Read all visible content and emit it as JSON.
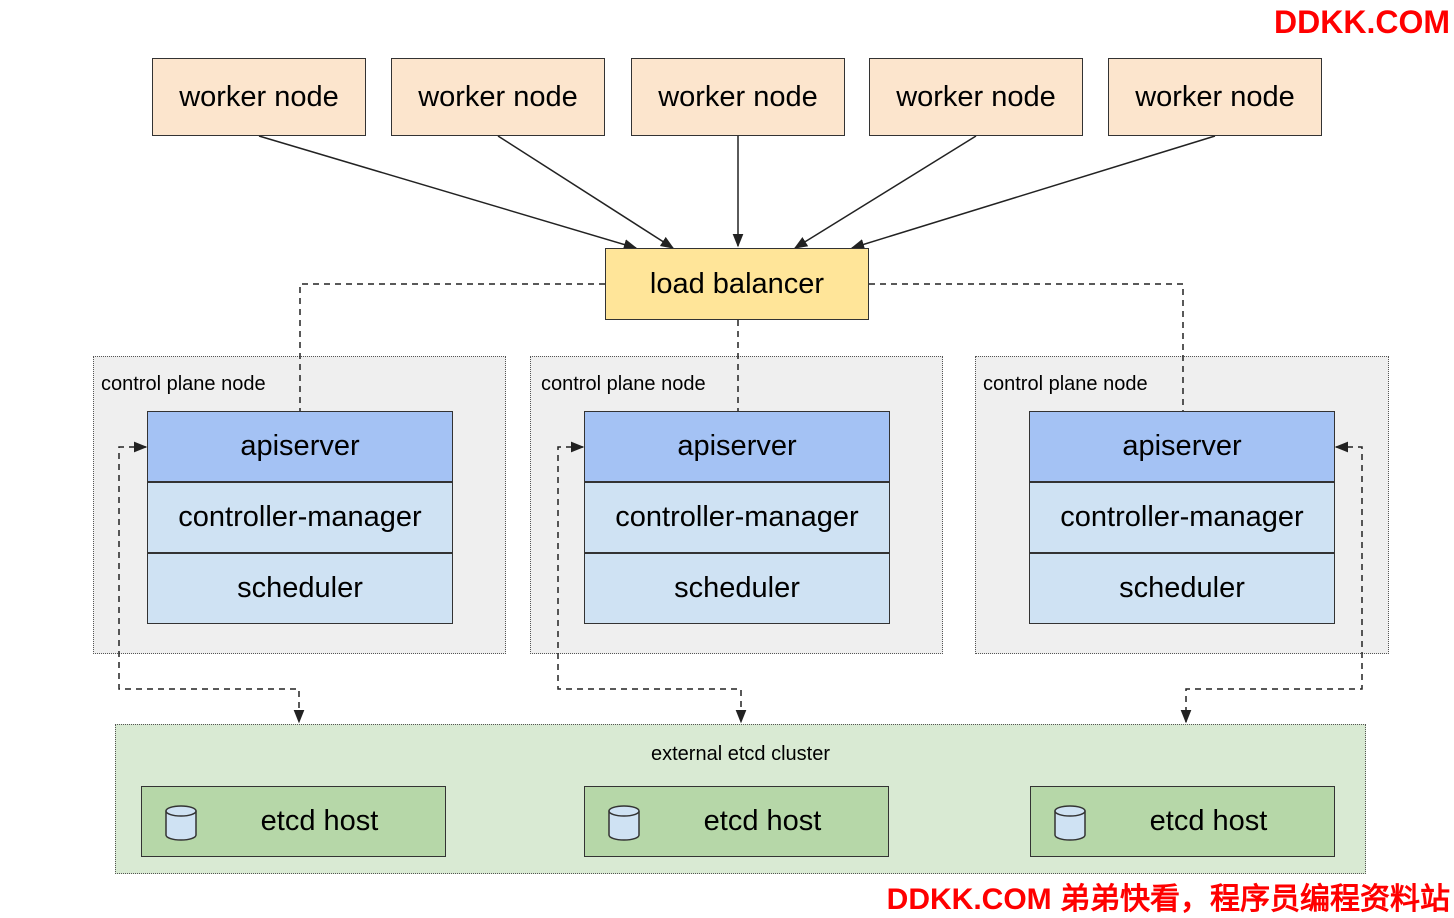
{
  "watermark": {
    "top": "DDKK.COM",
    "bottom": "DDKK.COM 弟弟快看，程序员编程资料站"
  },
  "worker_nodes": [
    "worker node",
    "worker node",
    "worker node",
    "worker node",
    "worker node"
  ],
  "load_balancer": "load balancer",
  "control_plane_nodes": [
    {
      "label": "control plane node",
      "apiserver": "apiserver",
      "controller_manager": "controller-manager",
      "scheduler": "scheduler"
    },
    {
      "label": "control plane node",
      "apiserver": "apiserver",
      "controller_manager": "controller-manager",
      "scheduler": "scheduler"
    },
    {
      "label": "control plane node",
      "apiserver": "apiserver",
      "controller_manager": "controller-manager",
      "scheduler": "scheduler"
    }
  ],
  "etcd_cluster": {
    "label": "external etcd cluster",
    "hosts": [
      "etcd host",
      "etcd host",
      "etcd host"
    ],
    "host_icon": "database-cylinder-icon"
  },
  "colors": {
    "worker": "#fce5cd",
    "load_balancer": "#ffe599",
    "control_plane_bg": "#efefef",
    "apiserver": "#a4c2f4",
    "component": "#cfe2f3",
    "etcd_cluster_bg": "#d9ead3",
    "etcd_host": "#b6d7a8",
    "watermark": "#ff0000"
  }
}
